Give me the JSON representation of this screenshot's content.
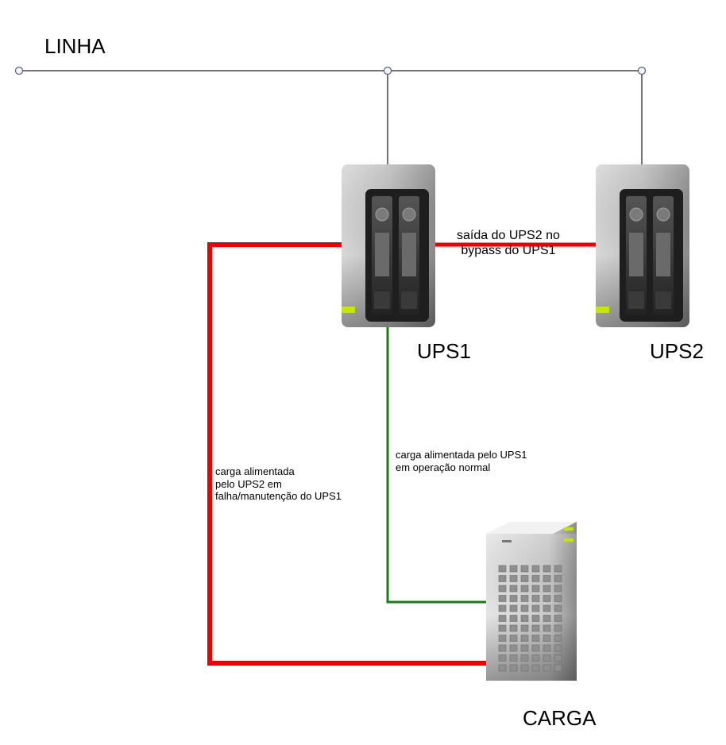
{
  "line_label": "LINHA",
  "ups1": {
    "label": "UPS1"
  },
  "ups2": {
    "label": "UPS2"
  },
  "load": {
    "label": "CARGA"
  },
  "bypass_text": {
    "line1": "saída do UPS2 no",
    "line2": "bypass do UPS1"
  },
  "normal_text": {
    "line1": "carga alimentada pelo UPS1",
    "line2": "em operação normal"
  },
  "failure_text": {
    "line1": "carga alimentada",
    "line2": "pelo UPS2 em",
    "line3": "falha/manutenção do UPS1"
  },
  "colors": {
    "failure_path": "#ee0000",
    "normal_path": "#1a7d14",
    "line": "#444444",
    "led": "#c8e600"
  }
}
